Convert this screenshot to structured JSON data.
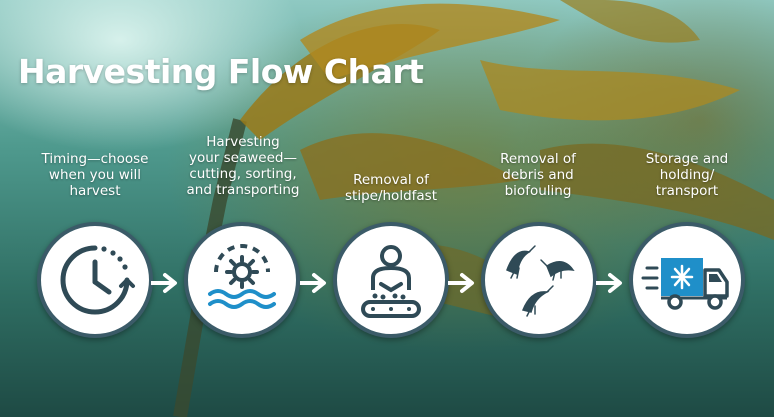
{
  "title": "Harvesting Flow Chart",
  "steps": [
    {
      "lines": [
        "Timing—choose",
        "when you will",
        "harvest"
      ],
      "icon": "clock-icon"
    },
    {
      "lines": [
        "Harvesting",
        "your seaweed—",
        "cutting, sorting,",
        "and transporting"
      ],
      "icon": "seaweed-harvest-icon"
    },
    {
      "lines": [
        "Removal of",
        "stipe/holdfast"
      ],
      "icon": "conveyor-worker-icon"
    },
    {
      "lines": [
        "Removal of",
        "debris and",
        "biofouling"
      ],
      "icon": "amphipod-icon"
    },
    {
      "lines": [
        "Storage and",
        "holding/",
        "transport"
      ],
      "icon": "refrigerated-truck-icon"
    }
  ],
  "colors": {
    "icon_dark": "#2f4a56",
    "icon_blue": "#1f8fc9",
    "ring": "#3b5b68"
  }
}
